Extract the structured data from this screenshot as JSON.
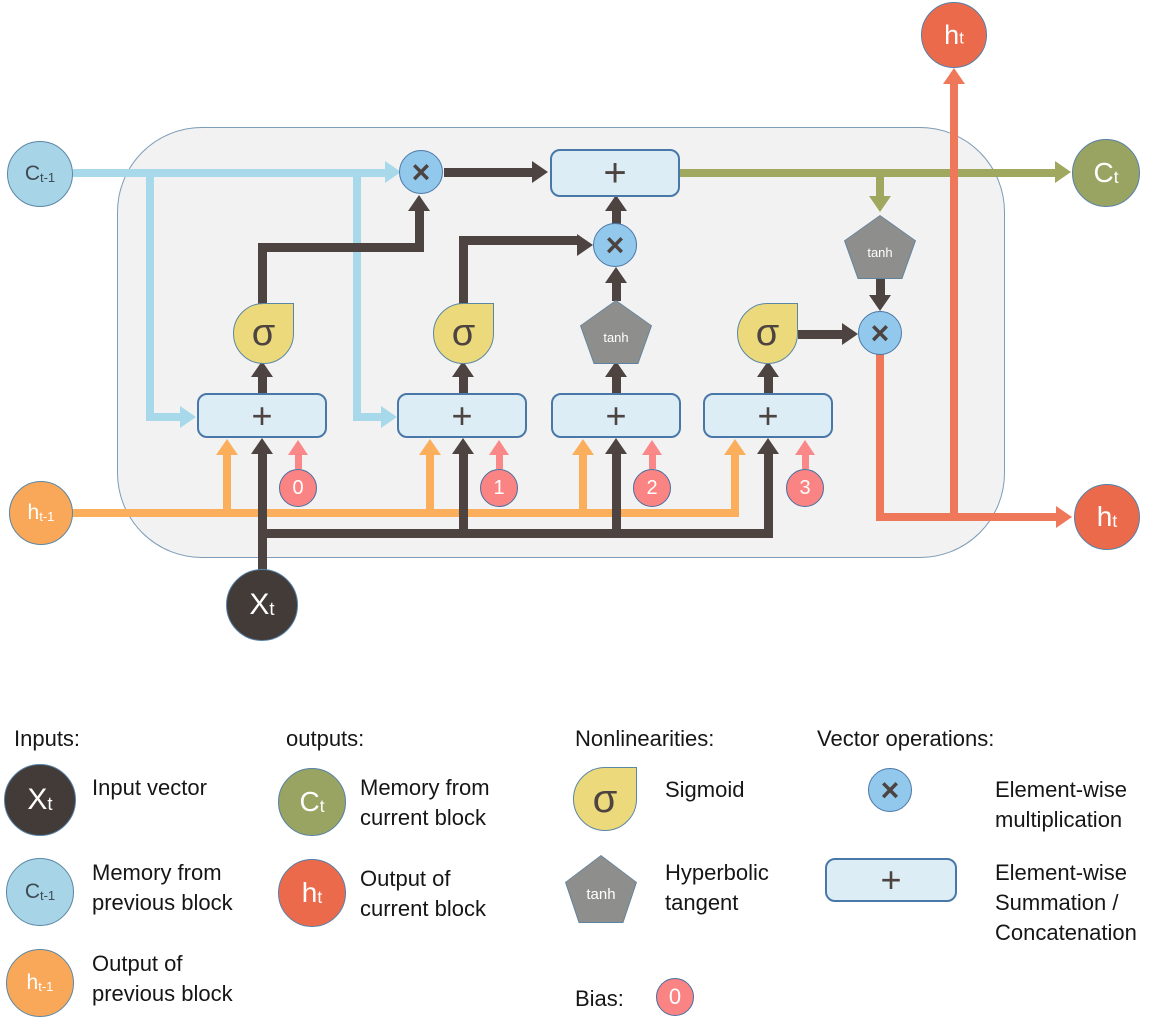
{
  "diagram": {
    "nodes": {
      "h_t_top": {
        "main": "h",
        "sub": "t"
      },
      "c_prev": {
        "main": "C",
        "sub": "t-1"
      },
      "h_prev": {
        "main": "h",
        "sub": "t-1"
      },
      "x_t": {
        "main": "X",
        "sub": "t"
      },
      "c_out": {
        "main": "C",
        "sub": "t"
      },
      "h_out": {
        "main": "h",
        "sub": "t"
      }
    },
    "ops": {
      "multiply": "×",
      "sum": "+",
      "sigmoid": "σ",
      "tanh": "tanh"
    },
    "biases": [
      "0",
      "1",
      "2",
      "3"
    ]
  },
  "legend": {
    "inputs": {
      "heading": "Inputs:",
      "items": [
        {
          "symbol": {
            "main": "X",
            "sub": "t"
          },
          "lines": [
            "Input vector"
          ]
        },
        {
          "symbol": {
            "main": "C",
            "sub": "t-1"
          },
          "lines": [
            "Memory from",
            "previous block"
          ]
        },
        {
          "symbol": {
            "main": "h",
            "sub": "t-1"
          },
          "lines": [
            "Output of",
            "previous block"
          ]
        }
      ]
    },
    "outputs": {
      "heading": "outputs:",
      "items": [
        {
          "symbol": {
            "main": "C",
            "sub": "t"
          },
          "lines": [
            "Memory from",
            "current block"
          ]
        },
        {
          "symbol": {
            "main": "h",
            "sub": "t"
          },
          "lines": [
            "Output of",
            "current block"
          ]
        }
      ]
    },
    "nonlinearities": {
      "heading": "Nonlinearities:",
      "items": [
        {
          "symbol": "σ",
          "lines": [
            "Sigmoid"
          ]
        },
        {
          "symbol": "tanh",
          "lines": [
            "Hyperbolic",
            "tangent"
          ]
        }
      ],
      "bias_label": "Bias:",
      "bias_symbol": "0"
    },
    "vector_ops": {
      "heading": "Vector operations:",
      "items": [
        {
          "symbol": "×",
          "lines": [
            "Element-wise",
            "multiplication"
          ]
        },
        {
          "symbol": "+",
          "lines": [
            "Element-wise",
            "Summation /",
            "Concatenation"
          ]
        }
      ]
    }
  },
  "colors": {
    "cell_state_in": "#a7d9ea",
    "hidden_in": "#fbaf5d",
    "input_dark": "#4d4441",
    "cell_state_out": "#a0a860",
    "hidden_out": "#f0785a",
    "bias_pink": "#fa8888",
    "multiply_fill": "#92c8ec",
    "sum_fill": "#ddedf5",
    "sigmoid_fill": "#ecd97c",
    "tanh_fill": "#8e8e8c",
    "bias_fill": "#fa8383",
    "x_t_fill": "#433b37",
    "c_prev_fill": "#a7d4e6",
    "h_prev_fill": "#f9a859",
    "c_out_fill": "#99a362",
    "h_out_fill": "#ec6a4c",
    "block_fill": "#f2f2f2"
  }
}
